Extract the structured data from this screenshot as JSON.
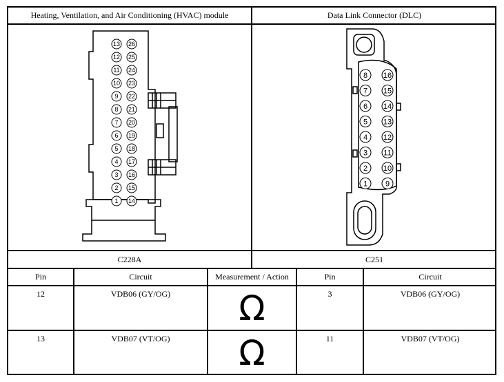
{
  "header": {
    "left_title": "Heating, Ventilation, and Air Conditioning (HVAC) module",
    "right_title": "Data Link Connector (DLC)"
  },
  "connectors": {
    "left_id": "C228A",
    "right_id": "C251",
    "hvac_pins_left_col": [
      "13",
      "12",
      "11",
      "10",
      "9",
      "8",
      "7",
      "6",
      "5",
      "4",
      "3",
      "2",
      "1"
    ],
    "hvac_pins_right_col": [
      "26",
      "25",
      "24",
      "23",
      "22",
      "21",
      "20",
      "19",
      "18",
      "17",
      "16",
      "15",
      "14"
    ],
    "dlc_pins_left_col": [
      "8",
      "7",
      "6",
      "5",
      "4",
      "3",
      "2",
      "1"
    ],
    "dlc_pins_right_col": [
      "16",
      "15",
      "14",
      "13",
      "12",
      "11",
      "10",
      "9"
    ]
  },
  "table": {
    "headers": [
      "Pin",
      "Circuit",
      "Measurement / Action",
      "Pin",
      "Circuit"
    ],
    "rows": [
      {
        "pin_a": "12",
        "circuit_a": "VDB06 (GY/OG)",
        "action": "Ω",
        "pin_b": "3",
        "circuit_b": "VDB06 (GY/OG)"
      },
      {
        "pin_a": "13",
        "circuit_a": "VDB07 (VT/OG)",
        "action": "Ω",
        "pin_b": "11",
        "circuit_b": "VDB07 (VT/OG)"
      }
    ]
  }
}
